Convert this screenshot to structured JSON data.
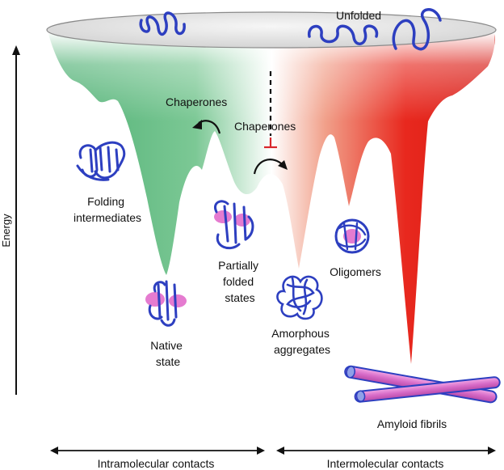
{
  "labels": {
    "unfolded": "Unfolded",
    "chaperones_left": "Chaperones",
    "chaperones_center": "Chaperones",
    "folding_intermediates": [
      "Folding",
      "intermediates"
    ],
    "native_state": [
      "Native",
      "state"
    ],
    "partially_folded": [
      "Partially",
      "folded",
      "states"
    ],
    "amorphous_aggregates": [
      "Amorphous",
      "aggregates"
    ],
    "oligomers": "Oligomers",
    "amyloid_fibrils": "Amyloid fibrils"
  },
  "axes": {
    "y_label": "Energy",
    "x_left": "Intramolecular contacts",
    "x_right": "Intermolecular contacts"
  },
  "colors": {
    "native_side": "#4caf72",
    "aggregate_side": "#e8281e",
    "protein_blue": "#2d3fc0",
    "protein_pink": "#e57bd0",
    "inhibit_red": "#d9262b"
  }
}
